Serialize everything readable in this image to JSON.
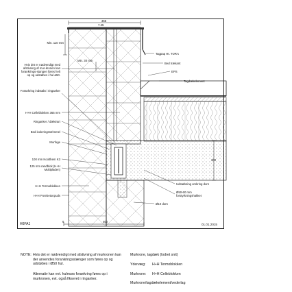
{
  "dimensions": {
    "top_width": "365",
    "top_sub": "7.25",
    "min_110": "Min. 110 mm",
    "min_30": "Min. 30 mm",
    "height_300": "300",
    "bottom_width": "400",
    "bottom_small": "6"
  },
  "labels_left": {
    "stangen": "Hvis det er nødvendigt med afstivning af mur-kronen kan forankrings-stangen føres helt op og udstøbes i hul ø50.",
    "forankring": "Forankring indstøbt i ringanker",
    "celleblokken": "H+H Celleblokken 365 mm",
    "ringanker": "Ringanker / dæktrart",
    "bed": "Bed isoleringsstrimmel",
    "murfuge": "Murfuge",
    "koolthem": "100 mm Koolthem K3",
    "randblok": "125 mm randblok (H+H Multipladen)",
    "termoblokken": "H+H Termoblokken",
    "porebeton": "H+H Porebetonpuds"
  },
  "labels_right": {
    "tagpap": "Tagpap Ht. TOR's",
    "tragkant": "Bed trækant",
    "eps": "EPS",
    "tagdaek": "Tagdækelement",
    "udstobning": "Udstøbning omkring dorn",
    "forstyrkning": "Ø50-60 mm forstyrkningshakket",
    "dorn": "Ø10 dorn"
  },
  "sheet": {
    "code": "H6FA1",
    "date": "01.01.2015"
  },
  "notes": {
    "heading": "NOTE:",
    "p1": "Hvis det er nødvendigt med afstivning af murkronen kan der anvendes forankringsstænger som føres op og udstøbes i Ø50 hul.",
    "p2": "Alternativ kan evt. hulmurs forankring føres op i murkronen, evt. også fikseret i ringanker.",
    "right_title": "Murkrone, tagdæk (lodret snit)",
    "yderveg_label": "Ydervæg:",
    "yderveg_value": "H+H Termoblokken",
    "murkrone_label": "Murkrone:",
    "murkrone_value": "H+H Celleblokken",
    "last": "Murkrone/tagdækelement/vederlag"
  },
  "colors": {
    "line": "#222222",
    "insulation": "#f4f4f4",
    "concrete_dots": "#555555",
    "hatch": "#444444"
  }
}
